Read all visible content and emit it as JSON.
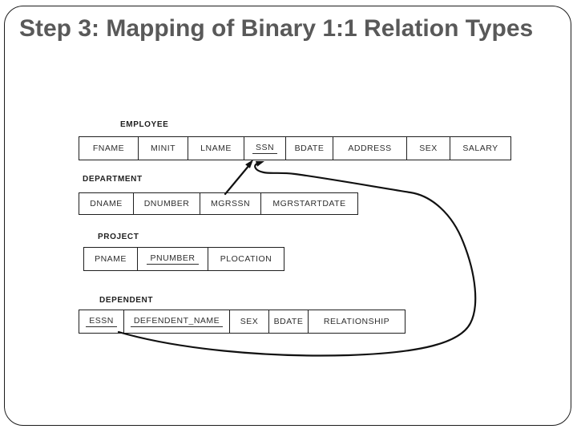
{
  "slide": {
    "title": "Step 3: Mapping of Binary 1:1 Relation Types",
    "title_color": "#595959",
    "border_color": "#1c1c1c",
    "background_color": "#ffffff"
  },
  "diagram": {
    "line_color": "#111111",
    "tables": [
      {
        "name": "EMPLOYEE",
        "columns": [
          {
            "label": "FNAME",
            "underline": false
          },
          {
            "label": "MINIT",
            "underline": false
          },
          {
            "label": "LNAME",
            "underline": false
          },
          {
            "label": "SSN",
            "underline": true
          },
          {
            "label": "BDATE",
            "underline": false
          },
          {
            "label": "ADDRESS",
            "underline": false
          },
          {
            "label": "SEX",
            "underline": false
          },
          {
            "label": "SALARY",
            "underline": false
          }
        ]
      },
      {
        "name": "DEPARTMENT",
        "columns": [
          {
            "label": "DNAME",
            "underline": false
          },
          {
            "label": "DNUMBER",
            "underline": false
          },
          {
            "label": "MGRSSN",
            "underline": false
          },
          {
            "label": "MGRSTARTDATE",
            "underline": false
          }
        ]
      },
      {
        "name": "PROJECT",
        "columns": [
          {
            "label": "PNAME",
            "underline": false
          },
          {
            "label": "PNUMBER",
            "underline": true
          },
          {
            "label": "PLOCATION",
            "underline": false
          }
        ]
      },
      {
        "name": "DEPENDENT",
        "columns": [
          {
            "label": "ESSN",
            "underline": true
          },
          {
            "label": "DEFENDENT_NAME",
            "underline": true
          },
          {
            "label": "SEX",
            "underline": false
          },
          {
            "label": "BDATE",
            "underline": false
          },
          {
            "label": "RELATIONSHIP",
            "underline": false
          }
        ]
      }
    ],
    "arrows": [
      {
        "name": "mgrssn-to-ssn-arrow",
        "from": "DEPARTMENT.MGRSSN",
        "to": "EMPLOYEE.SSN",
        "style": "straight"
      },
      {
        "name": "essn-to-ssn-arrow",
        "from": "DEPENDENT.ESSN",
        "to": "EMPLOYEE.SSN",
        "style": "curved-loop"
      }
    ]
  }
}
